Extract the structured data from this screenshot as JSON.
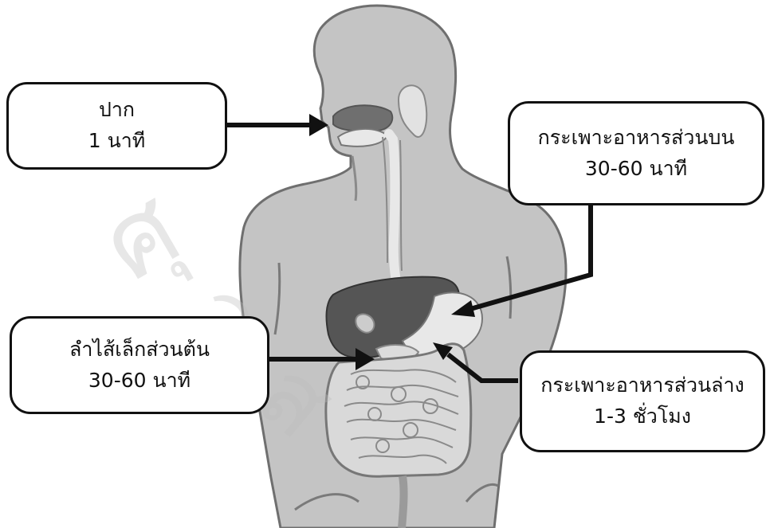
{
  "labels": {
    "mouth": {
      "name": "ปาก",
      "time": "1 นาที"
    },
    "stomach_upper": {
      "name": "กระเพาะอาหารส่วนบน",
      "time": "30-60 นาที"
    },
    "duodenum": {
      "name": "ลำไส้เล็กส่วนต้น",
      "time": "30-60 นาที"
    },
    "stomach_lower": {
      "name": "กระเพาะอาหารส่วนล่าง",
      "time": "1-3 ชั่วโมง"
    }
  },
  "colors": {
    "body": "#c4c4c4",
    "outline": "#6f6f6f",
    "liver": "#555555",
    "organ_light": "#e8e8e8",
    "intestine": "#e2e2e2",
    "arrow": "#111111"
  }
}
